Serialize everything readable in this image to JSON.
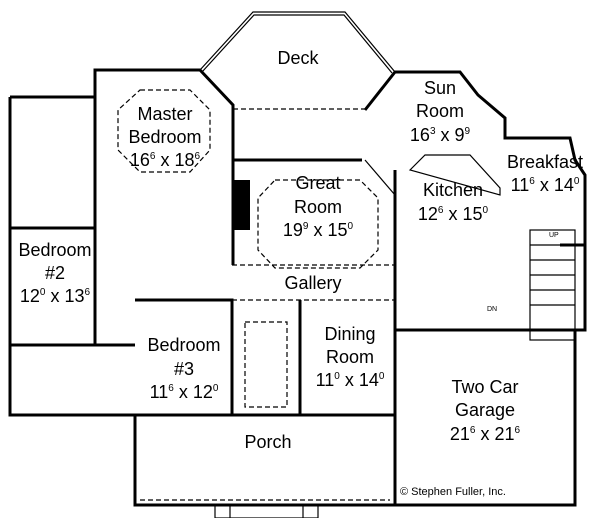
{
  "rooms": {
    "deck": {
      "name": "Deck"
    },
    "master": {
      "name1": "Master",
      "name2": "Bedroom",
      "d1": "16",
      "s1": "6",
      "x": " x ",
      "d2": "18",
      "s2": "6"
    },
    "sun": {
      "name1": "Sun",
      "name2": "Room",
      "d1": "16",
      "s1": "3",
      "x": " x ",
      "d2": "9",
      "s2": "9"
    },
    "breakfast": {
      "name": "Breakfast",
      "d1": "11",
      "s1": "6",
      "x": " x ",
      "d2": "14",
      "s2": "0"
    },
    "great": {
      "name1": "Great",
      "name2": "Room",
      "d1": "19",
      "s1": "9",
      "x": " x ",
      "d2": "15",
      "s2": "0"
    },
    "kitchen": {
      "name": "Kitchen",
      "d1": "12",
      "s1": "6",
      "x": " x ",
      "d2": "15",
      "s2": "0"
    },
    "bedroom2": {
      "name1": "Bedroom",
      "name2": "#2",
      "d1": "12",
      "s1": "0",
      "x": " x ",
      "d2": "13",
      "s2": "6"
    },
    "gallery": {
      "name": "Gallery"
    },
    "bedroom3": {
      "name1": "Bedroom",
      "name2": "#3",
      "d1": "11",
      "s1": "6",
      "x": " x ",
      "d2": "12",
      "s2": "0"
    },
    "dining": {
      "name1": "Dining",
      "name2": "Room",
      "d1": "11",
      "s1": "0",
      "x": " x ",
      "d2": "14",
      "s2": "0"
    },
    "porch": {
      "name": "Porch"
    },
    "garage": {
      "name1": "Two Car",
      "name2": "Garage",
      "d1": "21",
      "s1": "6",
      "x": " x ",
      "d2": "21",
      "s2": "6"
    }
  },
  "stairs": {
    "up": "UP",
    "down": "DN"
  },
  "copyright": "© Stephen Fuller, Inc."
}
